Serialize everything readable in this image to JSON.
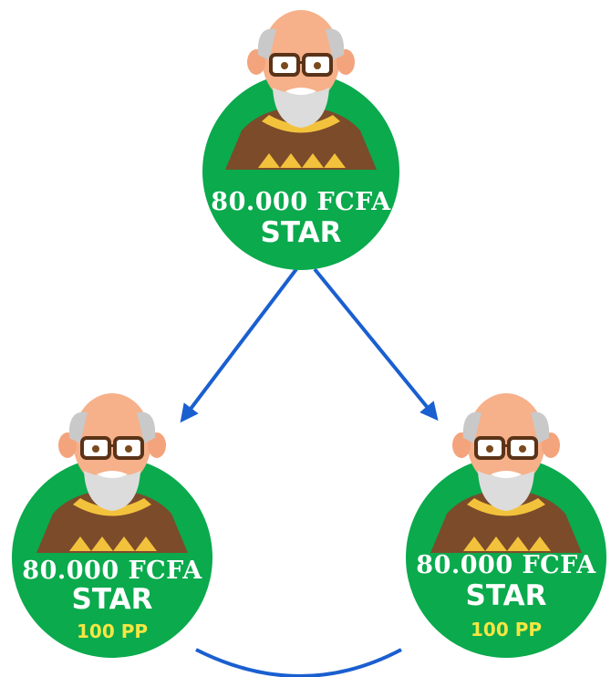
{
  "colors": {
    "circle": "#0aaa4d",
    "arrow": "#1a5fd0",
    "pp_text": "#f5e642"
  },
  "top": {
    "price": "80.000 FCFA",
    "rank": "STAR"
  },
  "left": {
    "price": "80.000 FCFA",
    "rank": "STAR",
    "points": "100 PP"
  },
  "right": {
    "price": "80.000 FCFA",
    "rank": "STAR",
    "points": "100 PP"
  }
}
